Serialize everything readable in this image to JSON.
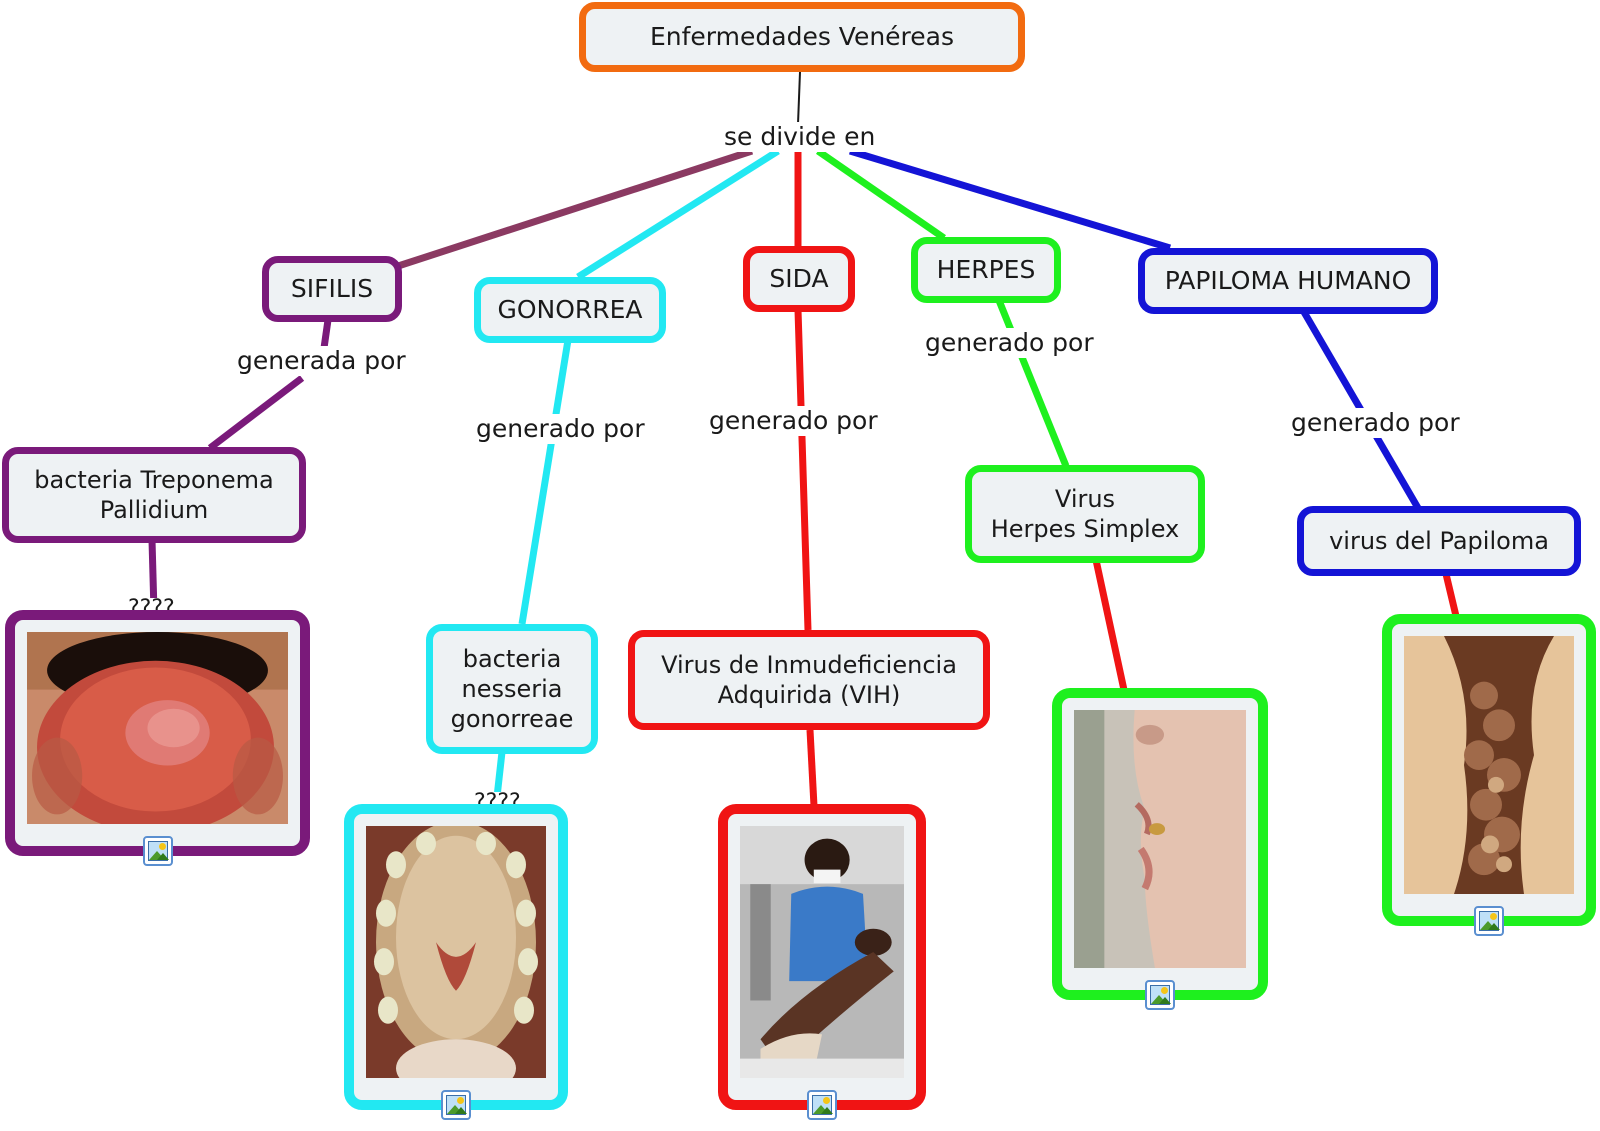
{
  "colors": {
    "root": "#f26b10",
    "sifilis": "#7a1a7a",
    "sifilis_link": "#8b3a62",
    "gonorrea": "#22e8f2",
    "sida": "#f01414",
    "herpes": "#1ef01e",
    "papiloma": "#1414d6",
    "photo_link": "#f01414"
  },
  "root": {
    "label": "Enfermedades Venéreas"
  },
  "linking": {
    "divide": "se divide en"
  },
  "diseases": [
    {
      "id": "sifilis",
      "label": "SIFILIS",
      "link_label": "generada por",
      "agent": "bacteria Treponema\nPallidium",
      "photo_link_label": "????"
    },
    {
      "id": "gonorrea",
      "label": "GONORREA",
      "link_label": "generado por",
      "agent": "bacteria\nnesseria\ngonorreae",
      "photo_link_label": "????"
    },
    {
      "id": "sida",
      "label": "SIDA",
      "link_label": "generado por",
      "agent": "Virus de Inmudeficiencia\nAdquirida (VIH)"
    },
    {
      "id": "herpes",
      "label": "HERPES",
      "link_label": "generado por",
      "agent": "Virus\nHerpes Simplex"
    },
    {
      "id": "papiloma",
      "label": "PAPILOMA HUMANO",
      "link_label": "generado por",
      "agent": "virus del Papiloma"
    }
  ],
  "photos": [
    {
      "id": "sifilis",
      "icon": "image-icon",
      "subject": "tongue-lesion",
      "caption": ""
    },
    {
      "id": "gonorrea",
      "icon": "image-icon",
      "subject": "mouth-palate"
    },
    {
      "id": "sida",
      "icon": "image-icon",
      "subject": "patient-with-nurse"
    },
    {
      "id": "herpes",
      "icon": "image-icon",
      "subject": "lip-sore"
    },
    {
      "id": "papiloma",
      "icon": "image-icon",
      "subject": "warts"
    }
  ]
}
